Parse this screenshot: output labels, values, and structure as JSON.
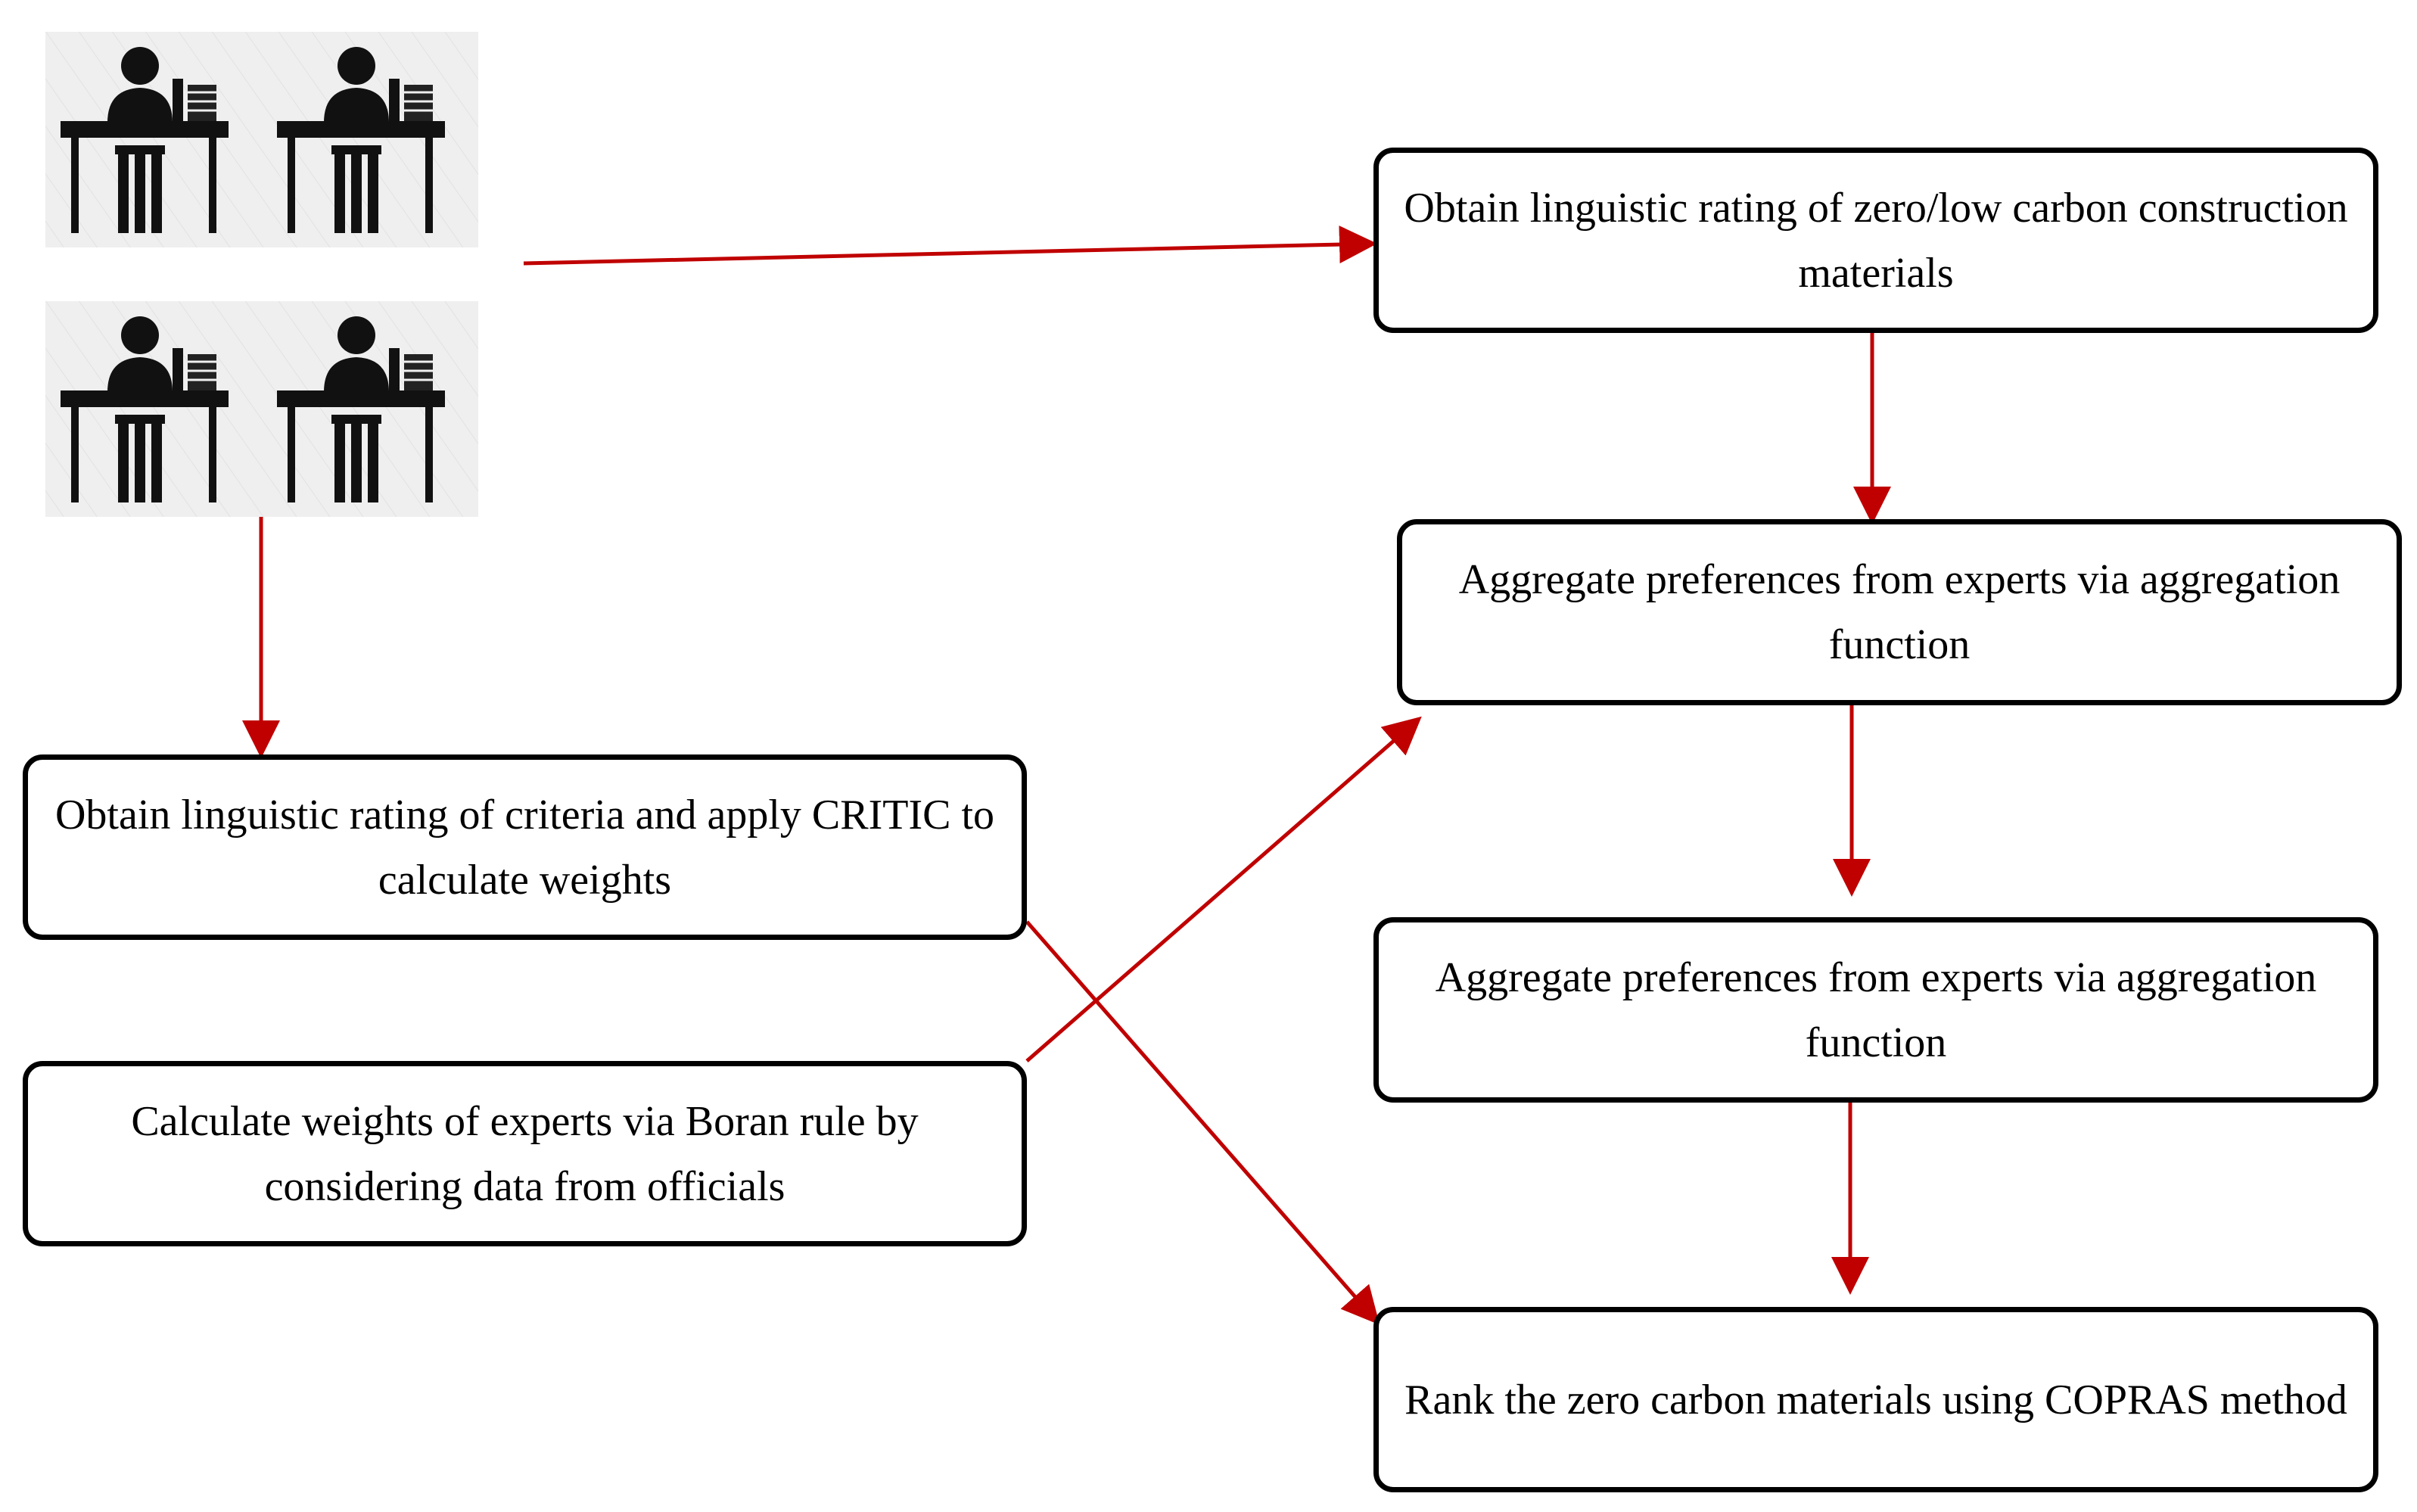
{
  "colors": {
    "arrow": "#c00000",
    "box_border": "#000000",
    "tile_background": "#efefef"
  },
  "icons": {
    "expert": "expert-at-desk-icon"
  },
  "boxes": {
    "material_rating": "Obtain linguistic rating of zero/low carbon construction materials",
    "aggregate_1": "Aggregate preferences from experts via aggregation function",
    "aggregate_2": "Aggregate preferences from experts via aggregation function",
    "rank": "Rank the zero carbon materials using COPRAS method",
    "criteria_rating": "Obtain linguistic rating of criteria and apply CRITIC to calculate weights",
    "expert_weights": "Calculate weights of experts via Boran rule by considering data from officials"
  }
}
